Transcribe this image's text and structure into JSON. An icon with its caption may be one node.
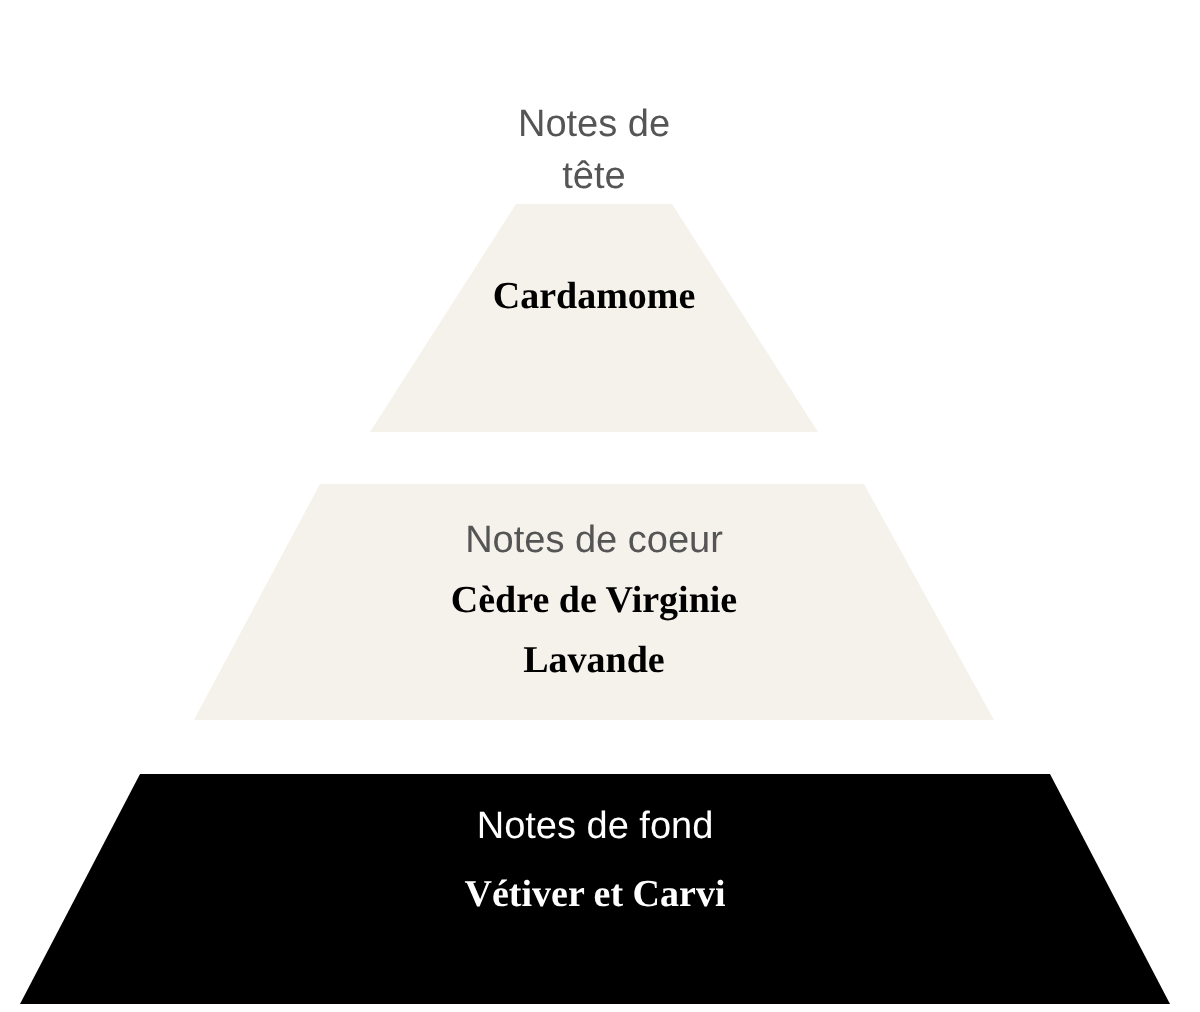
{
  "diagram": {
    "nodes": [
      {
        "text": [
          "Notes de tête",
          "Cardamome"
        ]
      },
      {
        "text": [
          "Notes de coeur",
          "Cèdre de Virginie",
          "Lavande"
        ]
      },
      {
        "text": [
          "Notes de fond",
          "Vétiver et Carvi"
        ]
      }
    ]
  }
}
